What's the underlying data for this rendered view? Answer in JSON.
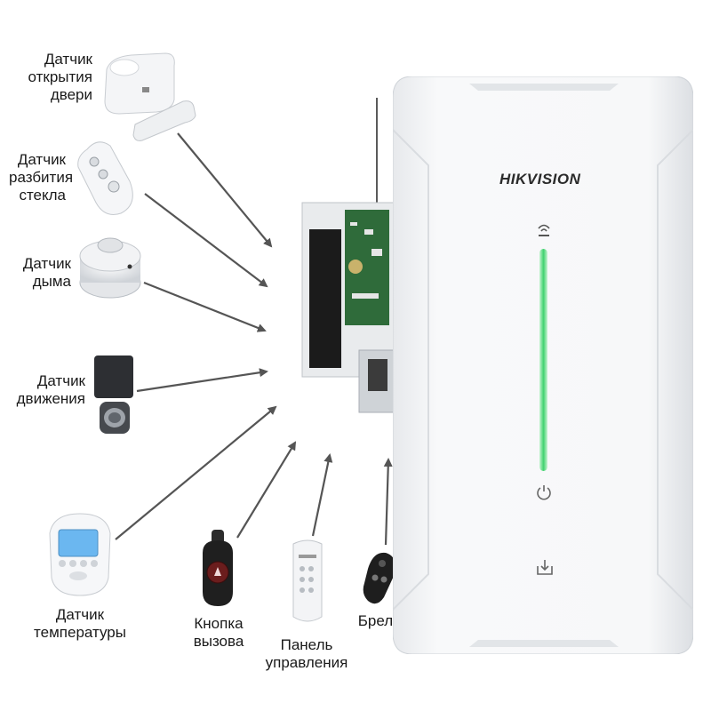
{
  "brand": "HIKVISION",
  "sensors": [
    {
      "id": "door",
      "label": "Датчик\nоткрытия\nдвери"
    },
    {
      "id": "glass",
      "label": "Датчик\nразбития\nстекла"
    },
    {
      "id": "smoke",
      "label": "Датчик\nдыма"
    },
    {
      "id": "motion",
      "label": "Датчик\nдвижения"
    },
    {
      "id": "temp",
      "label": "Датчик\nтемпературы"
    },
    {
      "id": "call",
      "label": "Кнопка\nвызова"
    },
    {
      "id": "remote",
      "label": "Панель\nуправления"
    },
    {
      "id": "keyfob",
      "label": "Брелок"
    }
  ],
  "colors": {
    "led": "#39d16a",
    "arrow": "#555555",
    "hub_body": "#f3f4f6",
    "pcb": "#2f6b3a"
  },
  "icons": [
    "wifi-icon",
    "power-icon",
    "download-icon"
  ]
}
